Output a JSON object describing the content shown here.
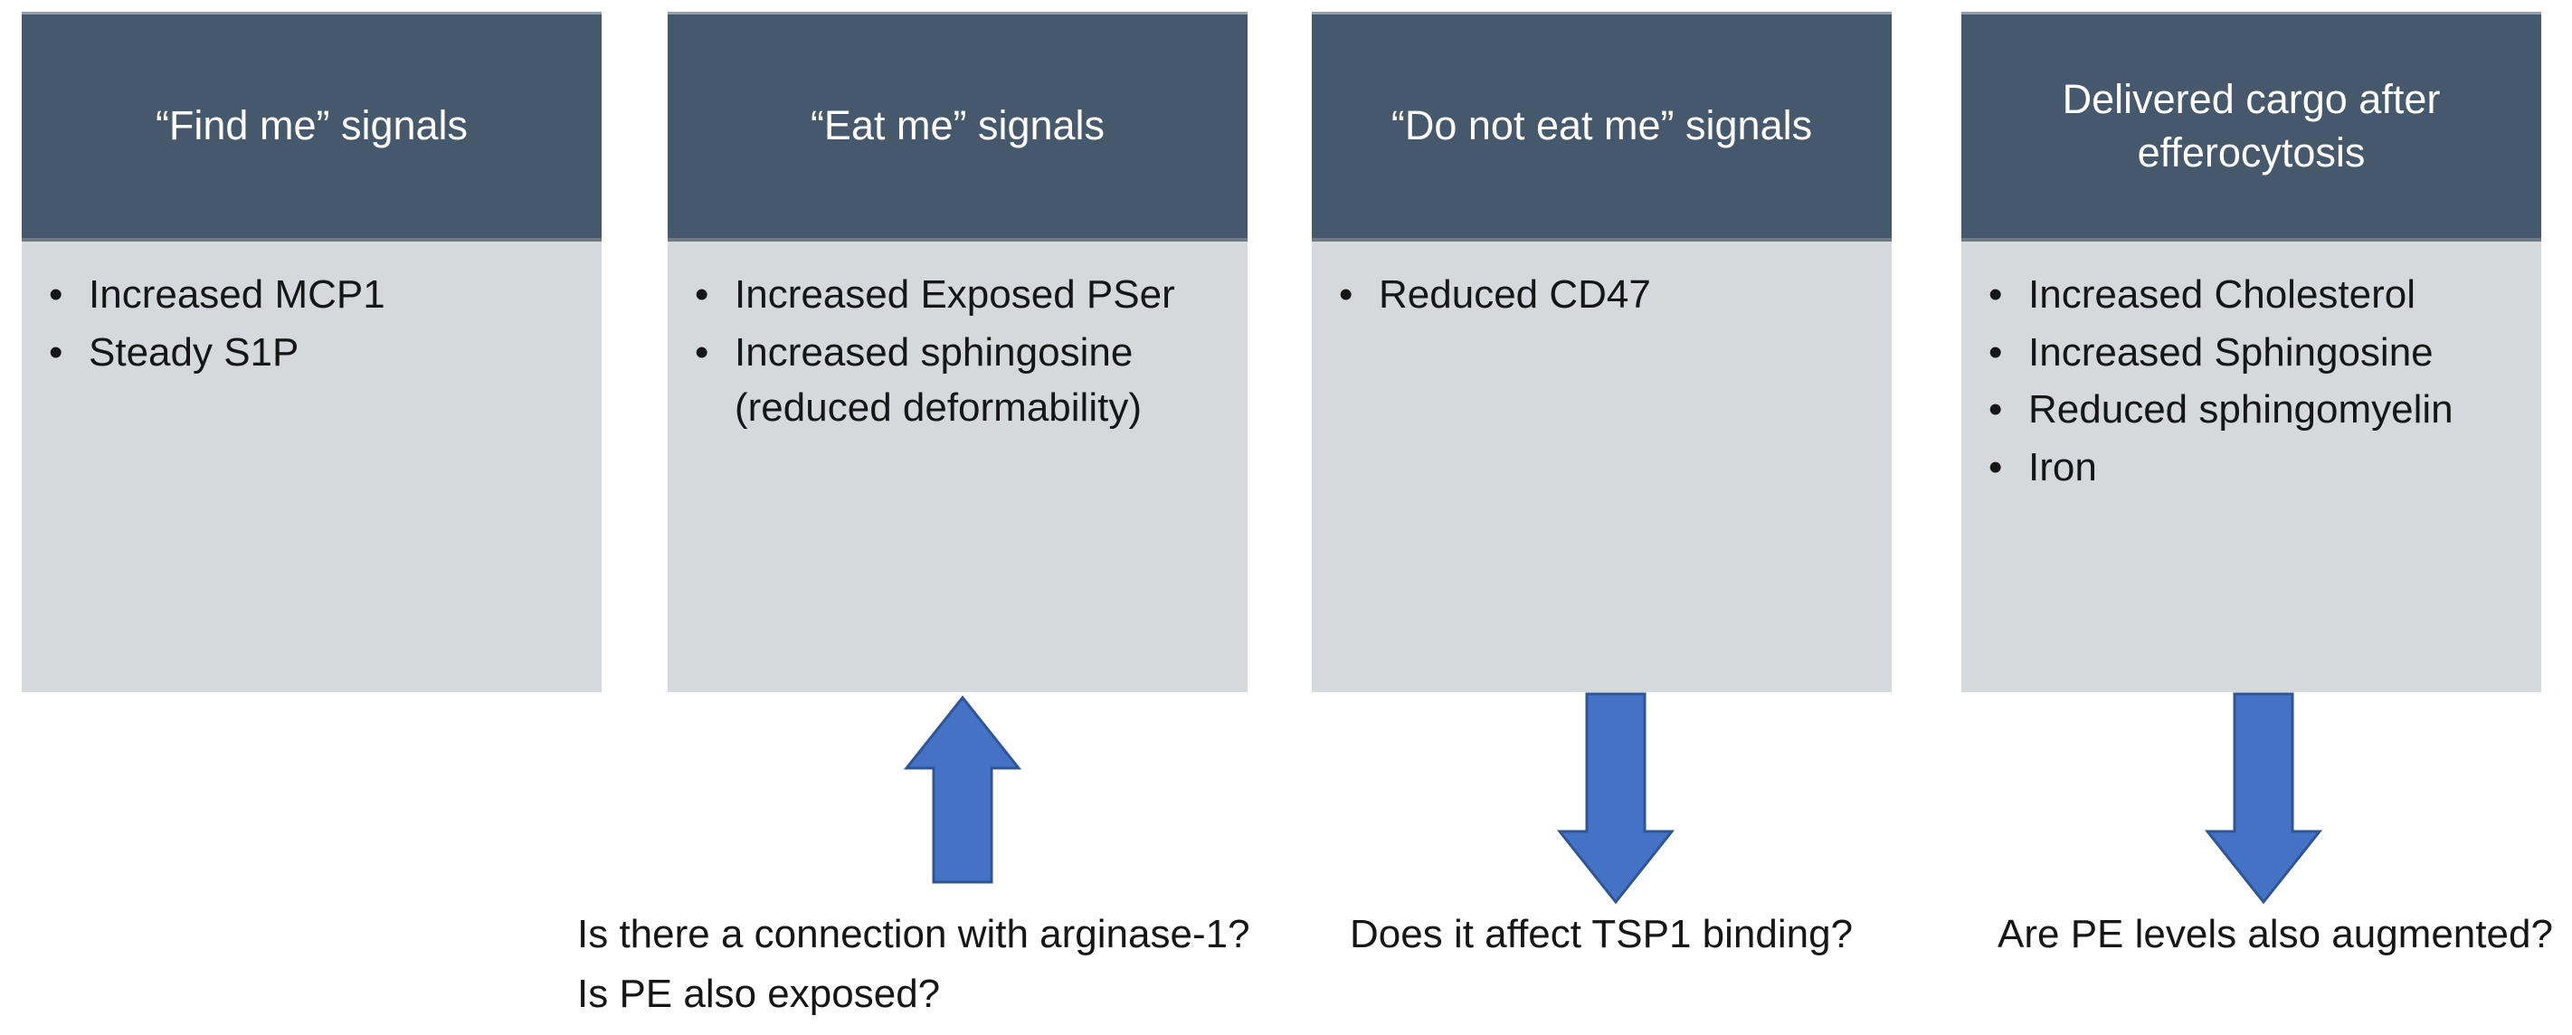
{
  "bullet_glyph": "•",
  "colors": {
    "page_bg": "#FFFFFF",
    "header_bg": "#46586C",
    "header_text": "#FFFFFF",
    "body_bg": "#D6D9DC",
    "body_text": "#161616",
    "arrow_fill": "#4472C4",
    "arrow_stroke": "#2F5597",
    "card_top_border": "#98A1A9",
    "header_body_divider": "#6F7A85"
  },
  "columns": [
    {
      "header": "“Find me” signals",
      "bullets": [
        "Increased MCP1",
        "Steady S1P"
      ],
      "questions": []
    },
    {
      "header": "“Eat me” signals",
      "bullets": [
        "Increased Exposed PSer",
        "Increased sphingosine (reduced deformability)"
      ],
      "arrow": "up",
      "questions": [
        "Is there a connection with arginase-1?",
        "Is PE also exposed?"
      ]
    },
    {
      "header": "“Do not eat me” signals",
      "bullets": [
        "Reduced CD47"
      ],
      "arrow": "down",
      "questions": [
        "Does it affect TSP1 binding?"
      ]
    },
    {
      "header": "Delivered cargo after efferocytosis",
      "bullets": [
        "Increased Cholesterol",
        "Increased Sphingosine",
        "Reduced sphingomyelin",
        "Iron"
      ],
      "arrow": "down",
      "questions": [
        "Are PE levels also augmented?"
      ]
    }
  ]
}
